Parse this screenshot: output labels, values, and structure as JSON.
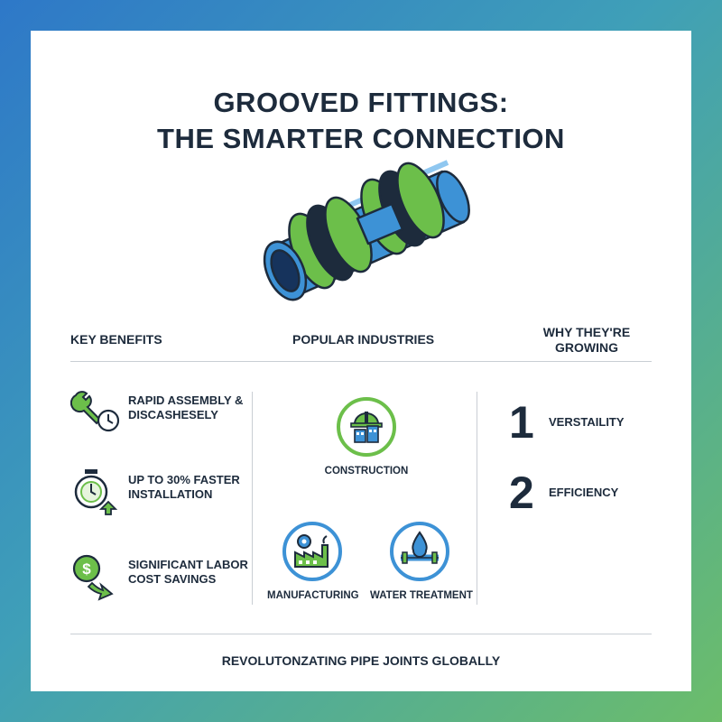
{
  "title": {
    "line1": "GROOVED FITTINGS:",
    "line2": "THE SMARTER CONNECTION"
  },
  "hero": {
    "icon": "grooved-pipe-coupling-illustration"
  },
  "columns": {
    "benefits_heading": "KEY BENEFITS",
    "industries_heading": "POPULAR INDUSTRIES",
    "growing_heading_line1": "WHY THEY'RE",
    "growing_heading_line2": "GROWING"
  },
  "benefits": [
    {
      "icon": "wrench-clock-icon",
      "line1": "RAPID ASSEMBLY &",
      "line2": "DISCASHESELY"
    },
    {
      "icon": "stopwatch-up-arrow-icon",
      "line1": "UP TO 30% FASTER",
      "line2": "INSTALLATION"
    },
    {
      "icon": "dollar-down-arrow-icon",
      "line1": "SIGNIFICANT LABOR",
      "line2": "COST SAVINGS"
    }
  ],
  "industries": [
    {
      "icon": "construction-icon",
      "label": "CONSTRUCTION",
      "ring": "#6cbf4a"
    },
    {
      "icon": "manufacturing-icon",
      "label": "MANUFACTURING",
      "ring": "#3f8fd0"
    },
    {
      "icon": "water-treatment-icon",
      "label": "WATER TREATMENT",
      "ring": "#3f8fd0"
    }
  ],
  "reasons": [
    {
      "num": "1",
      "label": "VERSTAILITY"
    },
    {
      "num": "2",
      "label": "EFFICIENCY"
    }
  ],
  "footer": "REVOLUTONZATING PIPE JOINTS GLOBALLY",
  "colors": {
    "navy": "#1d2b3c",
    "blue": "#3f8fd0",
    "green": "#6cbf4a",
    "frame_start": "#2e78c8",
    "frame_end": "#6cbd6a"
  }
}
